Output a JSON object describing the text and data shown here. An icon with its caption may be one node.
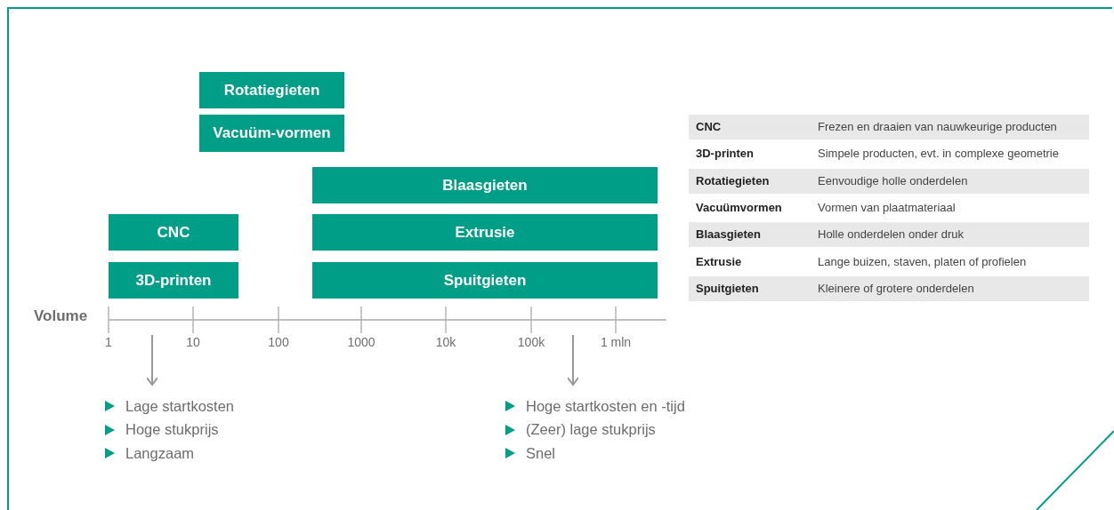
{
  "diagram": {
    "nodes": [
      {
        "text": [
          "Rotatiegieten"
        ]
      },
      {
        "text": [
          "Vacuüm-vormen"
        ]
      },
      {
        "text": [
          "Blaasgieten"
        ]
      },
      {
        "text": [
          "CNC"
        ]
      },
      {
        "text": [
          "Extrusie"
        ]
      },
      {
        "text": [
          "3D-printen"
        ]
      },
      {
        "text": [
          "Spuitgieten"
        ]
      },
      {
        "text": [
          "Lage startkosten",
          "Hoge stukprijs",
          "Langzaam"
        ]
      },
      {
        "text": [
          "Hoge startkosten en -tijd",
          "(Zeer) lage stukprijs",
          "Snel"
        ]
      },
      {
        "text": [],
        "shape": "axis"
      }
    ],
    "edges": [
      {
        "from": 9,
        "to": 7,
        "arrow": "to"
      },
      {
        "from": 9,
        "to": 8,
        "arrow": "to"
      }
    ],
    "labels": [
      "Volume",
      "1",
      "10",
      "100",
      "1000",
      "10k",
      "100k",
      "1 mln",
      "CNC",
      "Frezen en draaien van nauwkeurige producten",
      "3D-printen",
      "Simpele producten, evt. in complexe geometrie",
      "Rotatiegieten",
      "Eenvoudige holle onderdelen",
      "Vacuümvormen",
      "Vormen van plaatmateriaal",
      "Blaasgieten",
      "Holle onderdelen onder druk",
      "Extrusie",
      "Lange buizen, staven, platen of profielen",
      "Spuitgieten",
      "Kleinere of grotere onderdelen"
    ]
  }
}
